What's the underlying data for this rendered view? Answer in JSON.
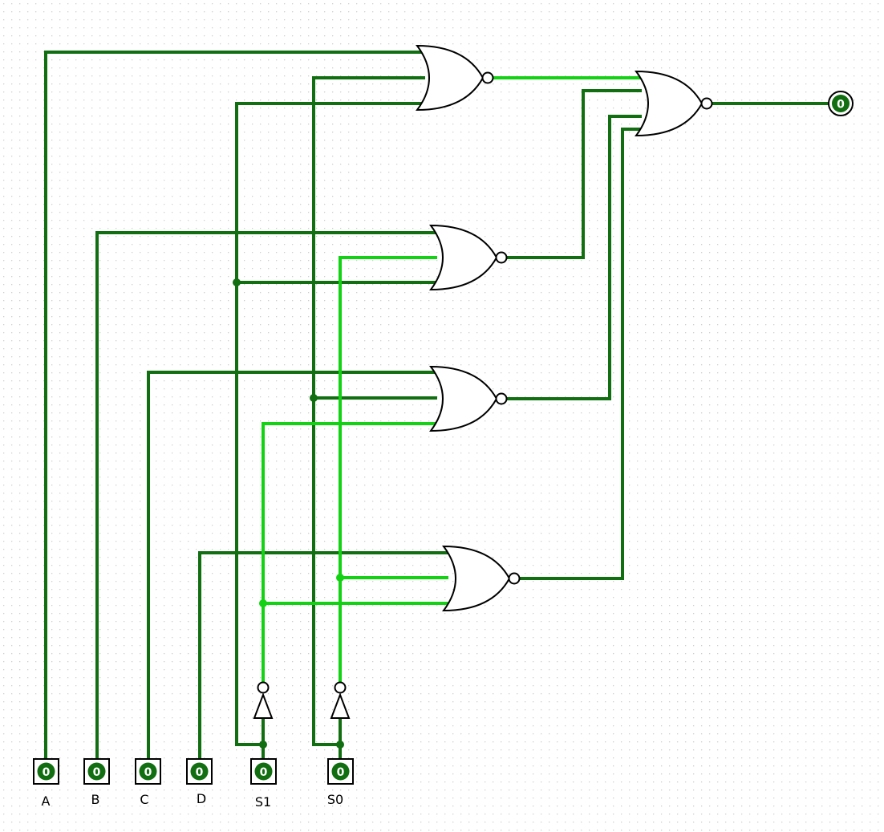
{
  "inputs": [
    {
      "label": "A",
      "value": "0"
    },
    {
      "label": "B",
      "value": "0"
    },
    {
      "label": "C",
      "value": "0"
    },
    {
      "label": "D",
      "value": "0"
    },
    {
      "label": "S1",
      "value": "0"
    },
    {
      "label": "S0",
      "value": "0"
    }
  ],
  "output": {
    "value": "0"
  },
  "colors": {
    "wire_low": "#116e11",
    "wire_high": "#13d213",
    "gate_stroke": "#000000",
    "grid_dot": "#cfcfcf"
  }
}
